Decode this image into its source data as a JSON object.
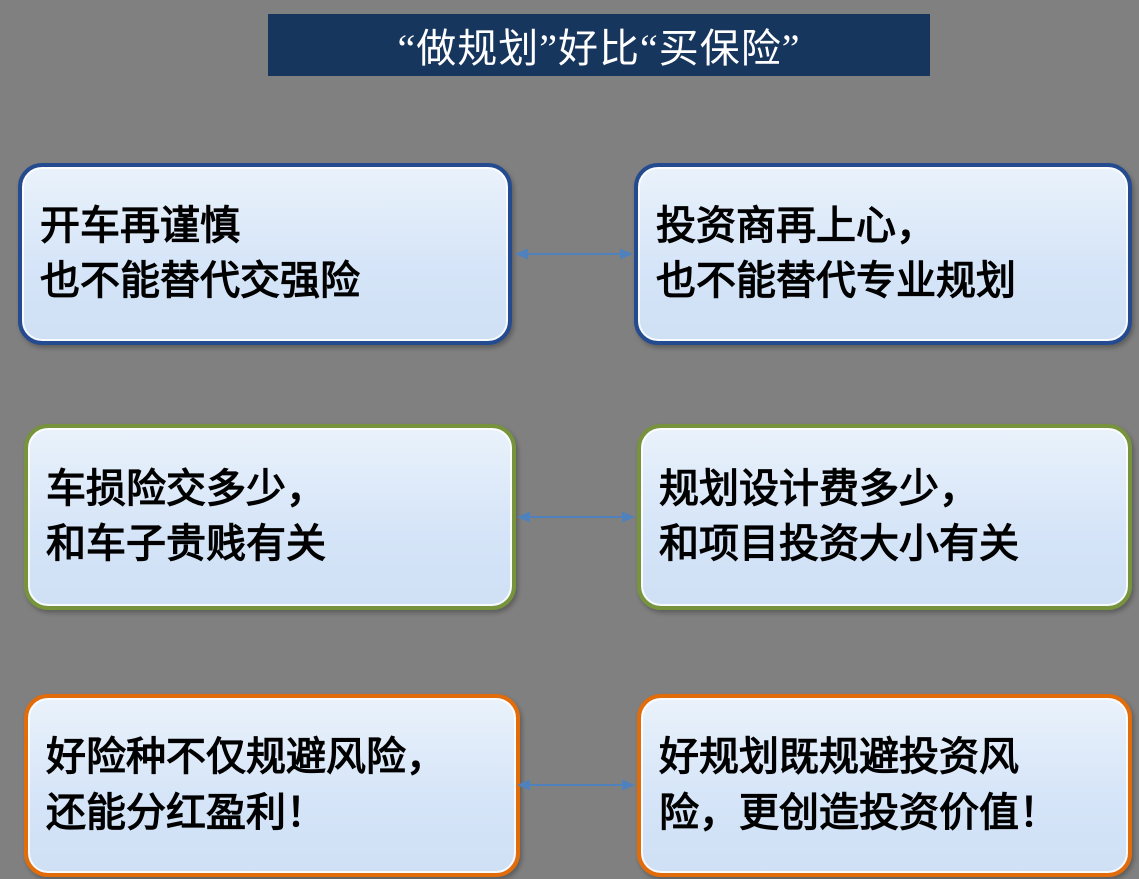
{
  "slide": {
    "title": "“做规划”好比“买保险”"
  },
  "colors": {
    "background": "#808080",
    "title_bg": "#17365D",
    "title_text": "#FFFFFF",
    "box_fill": "#D6E5F8",
    "arrow": "#4F81BD",
    "accent_blue": "#244A8F",
    "accent_green": "#77933C",
    "accent_orange": "#E36C0A"
  },
  "rows": [
    {
      "accent": "#244A8F",
      "left": {
        "lines": [
          "开车再谨慎",
          "也不能替代交强险"
        ]
      },
      "right": {
        "lines": [
          "投资商再上心，",
          "也不能替代专业规划"
        ]
      }
    },
    {
      "accent": "#77933C",
      "left": {
        "lines": [
          "车损险交多少，",
          "和车子贵贱有关"
        ]
      },
      "right": {
        "lines": [
          "规划设计费多少，",
          "和项目投资大小有关"
        ]
      }
    },
    {
      "accent": "#E36C0A",
      "left": {
        "lines": [
          "好险种不仅规避风险，",
          "还能分红盈利！"
        ]
      },
      "right": {
        "lines": [
          "好规划既规避投资风",
          "险，更创造投资价值！"
        ]
      }
    }
  ]
}
